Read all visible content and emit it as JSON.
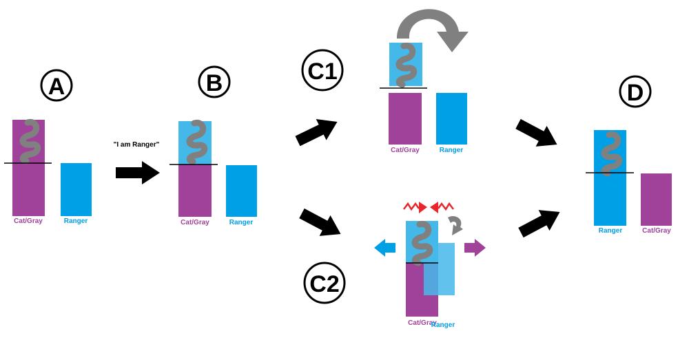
{
  "colors": {
    "cat": "#a0419a",
    "ranger": "#00a0e6",
    "ranger_light": "#45b8ea",
    "squiggle": "#808080",
    "arrow": "#000000",
    "curved_arrow": "#808080",
    "conflict": "#e8262b",
    "outline": "#000000"
  },
  "stages": {
    "a": "A",
    "b": "B",
    "c1": "C1",
    "c2": "C2",
    "d": "D"
  },
  "labels": {
    "cat_gray": "Cat/Gray",
    "ranger": "Ranger",
    "i_am_ranger": "\"I am Ranger\""
  },
  "icons": {
    "squiggle": "squiggle-icon",
    "arrow": "arrow-icon",
    "curved_arrow": "curved-arrow-icon",
    "zigzag_arrow": "zigzag-arrow-icon"
  }
}
